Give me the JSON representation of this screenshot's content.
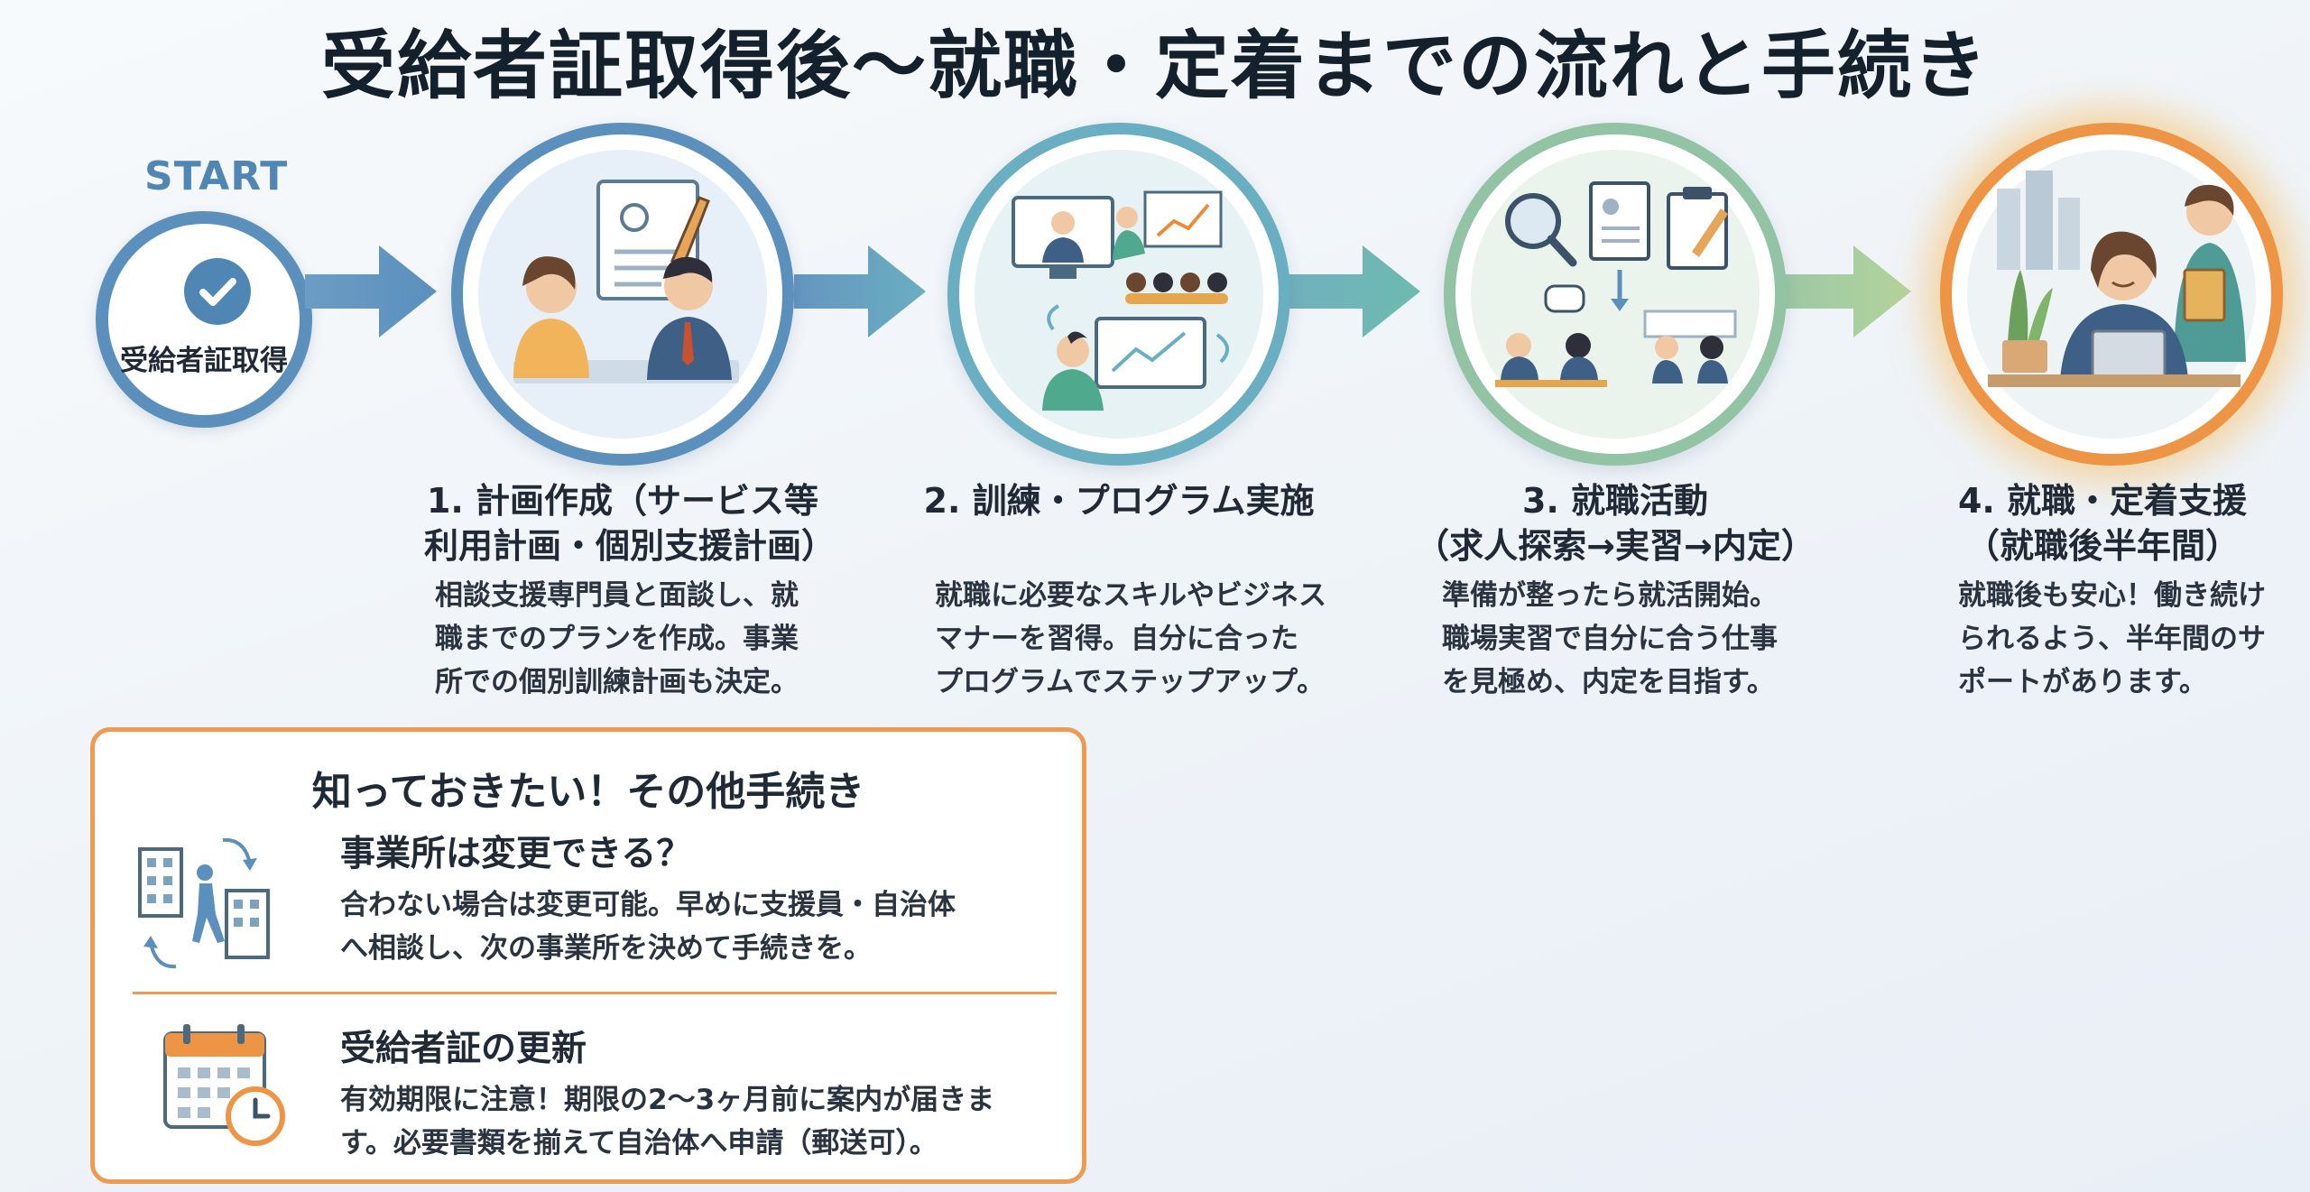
{
  "title": "受給者証取得後〜就職・定着までの流れと手続き",
  "start": {
    "label": "START",
    "text": "受給者証取得"
  },
  "steps": [
    {
      "heading": [
        "1. 計画作成（サービス等",
        "利用計画・個別支援計画）"
      ],
      "desc": [
        "相談支援専門員と面談し、就",
        "職までのプランを作成。事業",
        "所での個別訓練計画も決定。"
      ],
      "color": "#5b90bd"
    },
    {
      "heading": [
        "2. 訓練・プログラム実施"
      ],
      "desc": [
        "就職に必要なスキルやビジネス",
        "マナーを習得。自分に合った",
        "プログラムでステップアップ。"
      ],
      "color": "#6aaec1"
    },
    {
      "heading": [
        "3. 就職活動",
        "（求人探索→実習→内定）"
      ],
      "desc": [
        "準備が整ったら就活開始。",
        "職場実習で自分に合う仕事",
        "を見極め、内定を目指す。"
      ],
      "color": "#92c3a4"
    },
    {
      "heading": [
        "4. 就職・定着支援",
        "（就職後半年間）"
      ],
      "desc": [
        "就職後も安心！働き続け",
        "られるよう、半年間のサ",
        "ポートがあります。"
      ],
      "color": "#ee9445"
    }
  ],
  "panel": {
    "title": "知っておきたい！その他手続き",
    "items": [
      {
        "title": "事業所は変更できる？",
        "desc": [
          "合わない場合は変更可能。早めに支援員・自治体",
          "へ相談し、次の事業所を決めて手続きを。"
        ],
        "icon": "office-change-icon"
      },
      {
        "title": "受給者証の更新",
        "desc": [
          "有効期限に注意！期限の2〜3ヶ月前に案内が届きま",
          "す。必要書類を揃えて自治体へ申請（郵送可）。"
        ],
        "icon": "calendar-clock-icon"
      }
    ]
  },
  "colors": {
    "accent_orange": "#ef9a52",
    "start_blue": "#5b90bd",
    "text_dark": "#1f2a36"
  }
}
